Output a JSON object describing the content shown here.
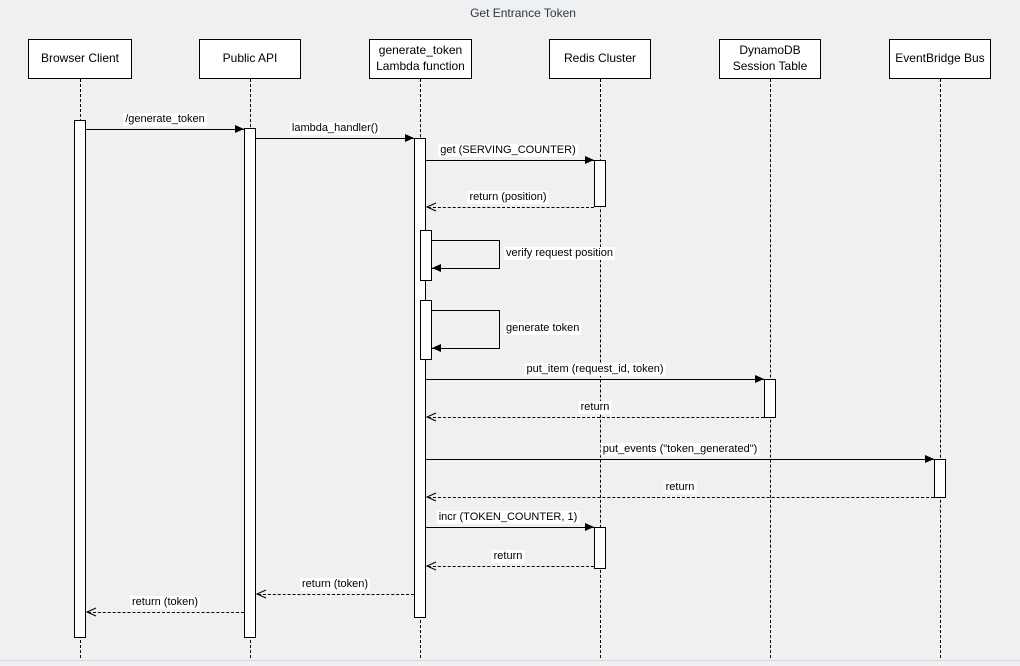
{
  "title": "Get Entrance Token",
  "colors": {
    "background": "#eef0f2",
    "shape_fill": "#ffffff",
    "stroke": "#000000"
  },
  "participants": [
    {
      "id": "browser-client",
      "label": "Browser Client"
    },
    {
      "id": "public-api",
      "label": "Public API"
    },
    {
      "id": "lambda",
      "label": "generate_token\nLambda function"
    },
    {
      "id": "redis",
      "label": "Redis Cluster"
    },
    {
      "id": "dynamodb",
      "label": "DynamoDB\nSession Table"
    },
    {
      "id": "eventbridge",
      "label": "EventBridge Bus"
    }
  ],
  "messages": [
    {
      "from": "Browser Client",
      "to": "Public API",
      "label": "/generate_token",
      "type": "sync"
    },
    {
      "from": "Public API",
      "to": "generate_token Lambda function",
      "label": "lambda_handler()",
      "type": "sync"
    },
    {
      "from": "generate_token Lambda function",
      "to": "Redis Cluster",
      "label": "get (SERVING_COUNTER)",
      "type": "sync"
    },
    {
      "from": "Redis Cluster",
      "to": "generate_token Lambda function",
      "label": "return (position)",
      "type": "return"
    },
    {
      "from": "generate_token Lambda function",
      "to": "generate_token Lambda function",
      "label": "verify request position",
      "type": "self"
    },
    {
      "from": "generate_token Lambda function",
      "to": "generate_token Lambda function",
      "label": "generate token",
      "type": "self"
    },
    {
      "from": "generate_token Lambda function",
      "to": "DynamoDB Session Table",
      "label": "put_item (request_id, token)",
      "type": "sync"
    },
    {
      "from": "DynamoDB Session Table",
      "to": "generate_token Lambda function",
      "label": "return",
      "type": "return"
    },
    {
      "from": "generate_token Lambda function",
      "to": "EventBridge Bus",
      "label": "put_events (\"token_generated\")",
      "type": "sync"
    },
    {
      "from": "EventBridge Bus",
      "to": "generate_token Lambda function",
      "label": "return",
      "type": "return"
    },
    {
      "from": "generate_token Lambda function",
      "to": "Redis Cluster",
      "label": "incr (TOKEN_COUNTER, 1)",
      "type": "sync"
    },
    {
      "from": "Redis Cluster",
      "to": "generate_token Lambda function",
      "label": "return",
      "type": "return"
    },
    {
      "from": "generate_token Lambda function",
      "to": "Public API",
      "label": "return (token)",
      "type": "return"
    },
    {
      "from": "Public API",
      "to": "Browser Client",
      "label": "return (token)",
      "type": "return"
    }
  ]
}
